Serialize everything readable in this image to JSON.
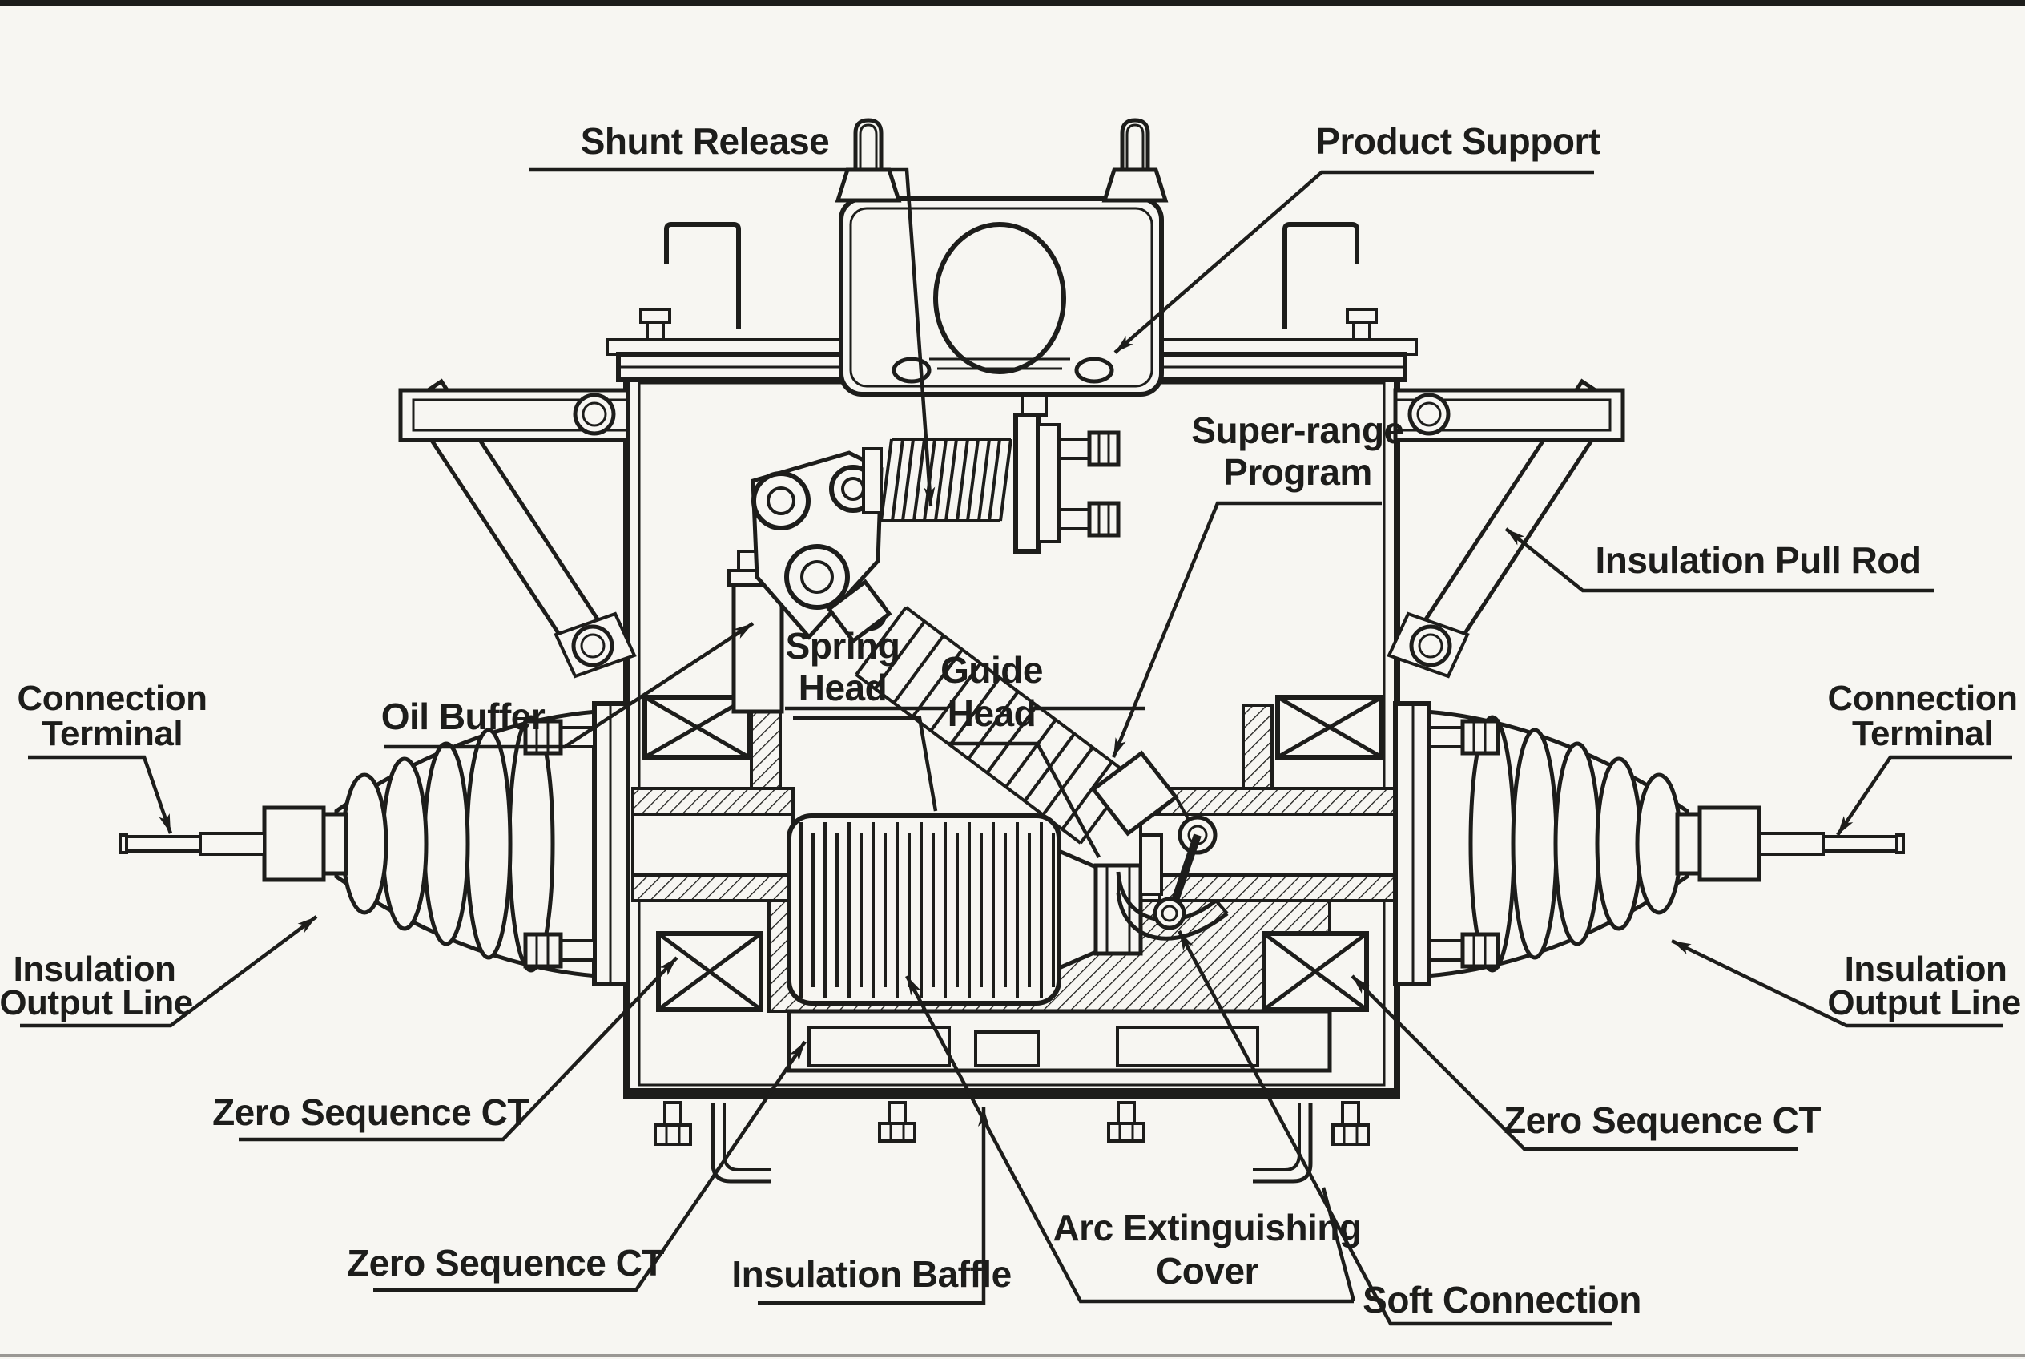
{
  "diagram": {
    "type": "technical-cross-section",
    "subject": "vacuum circuit breaker / switch sectional drawing",
    "style": {
      "paper_color": "#f7f6f2",
      "ink_color": "#1d1d1b"
    },
    "labels": {
      "shunt_release": "Shunt Release",
      "product_support": "Product Support",
      "super_range_program": {
        "line1": "Super-range",
        "line2": "Program"
      },
      "insulation_pull_rod": "Insulation Pull Rod",
      "oil_buffer": "Oil Buffer",
      "spring_head": {
        "line1": "Spring",
        "line2": "Head"
      },
      "guide_head": {
        "line1": "Guide",
        "line2": "Head"
      },
      "connection_terminal_left": {
        "line1": "Connection",
        "line2": "Terminal"
      },
      "connection_terminal_right": {
        "line1": "Connection",
        "line2": "Terminal"
      },
      "insulation_output_line_left": {
        "line1": "Insulation",
        "line2": "Output Line"
      },
      "insulation_output_line_right": {
        "line1": "Insulation",
        "line2": "Output Line"
      },
      "zero_sequence_ct_left": "Zero Sequence CT",
      "zero_sequence_ct_bottom": "Zero Sequence CT",
      "zero_sequence_ct_right": "Zero Sequence CT",
      "insulation_baffle": "Insulation Baffle",
      "arc_extinguishing_cover": {
        "line1": "Arc Extinguishing",
        "line2": "Cover"
      },
      "soft_connection": "Soft Connection"
    }
  }
}
